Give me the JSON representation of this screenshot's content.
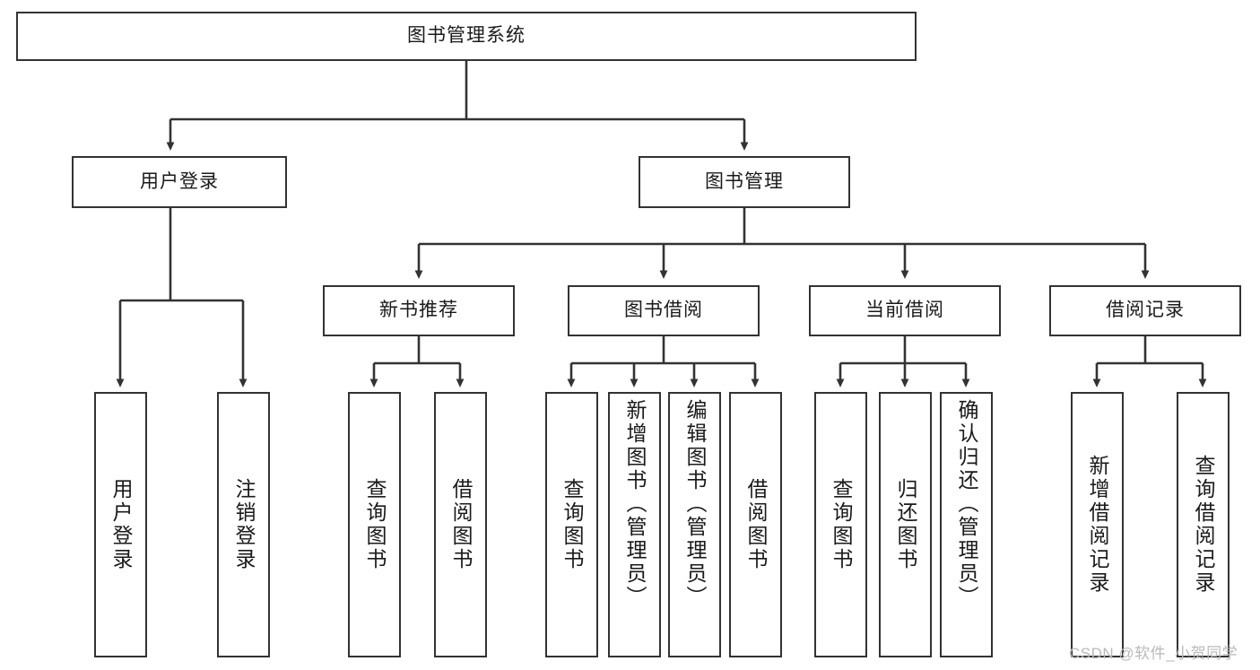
{
  "diagram": {
    "title": "图书管理系统",
    "type": "hierarchy-tree",
    "root": {
      "label": "图书管理系统"
    },
    "level2": [
      {
        "label": "用户登录"
      },
      {
        "label": "图书管理"
      }
    ],
    "level3": [
      {
        "label": "新书推荐"
      },
      {
        "label": "图书借阅"
      },
      {
        "label": "当前借阅"
      },
      {
        "label": "借阅记录"
      }
    ],
    "leaves": {
      "user_login": [
        {
          "label": "用户登录"
        },
        {
          "label": "注销登录"
        }
      ],
      "new_book_recommend": [
        {
          "label": "查询图书"
        },
        {
          "label": "借阅图书"
        }
      ],
      "book_borrow": [
        {
          "label": "查询图书"
        },
        {
          "label": "新增图书（管理员）"
        },
        {
          "label": "编辑图书（管理员）"
        },
        {
          "label": "借阅图书"
        }
      ],
      "current_borrow": [
        {
          "label": "查询图书"
        },
        {
          "label": "归还图书"
        },
        {
          "label": "确认归还（管理员）"
        }
      ],
      "borrow_record": [
        {
          "label": "新增借阅记录"
        },
        {
          "label": "查询借阅记录"
        }
      ]
    }
  },
  "watermark": {
    "text": "CSDN @软件_小贺同学"
  },
  "colors": {
    "border": "#333333",
    "text": "#1a1a1a",
    "background": "#ffffff",
    "watermark": "#b9b9b9"
  }
}
